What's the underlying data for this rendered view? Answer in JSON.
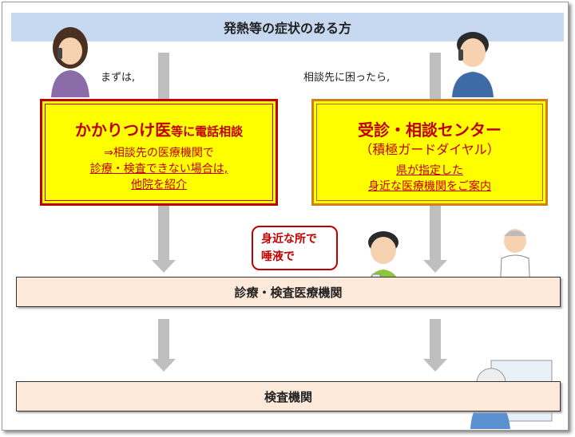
{
  "banner": {
    "title": "発熱等の症状のある方"
  },
  "left": {
    "caption": "まずは,",
    "title_main": "かかりつけ医",
    "title_rest": "等に電話相談",
    "line1": "⇒相談先の医療機関で",
    "line2": "診療・検査できない場合は,",
    "line3": "他院を紹介"
  },
  "right": {
    "caption": "相談先に困ったら,",
    "title": "受診・相談センター",
    "subtitle": "（積極ガードダイヤル）",
    "line1": "県が指定した",
    "line2": "身近な医療機関をご案内"
  },
  "bubble": {
    "line1": "身近な所で",
    "line2": "唾液で"
  },
  "bands": {
    "clinic": "診療・検査医療機関",
    "lab": "検査機関"
  },
  "colors": {
    "banner": "#c6d9f1",
    "box": "#ffff00",
    "accent": "#c00000",
    "band": "#fde9d9"
  }
}
